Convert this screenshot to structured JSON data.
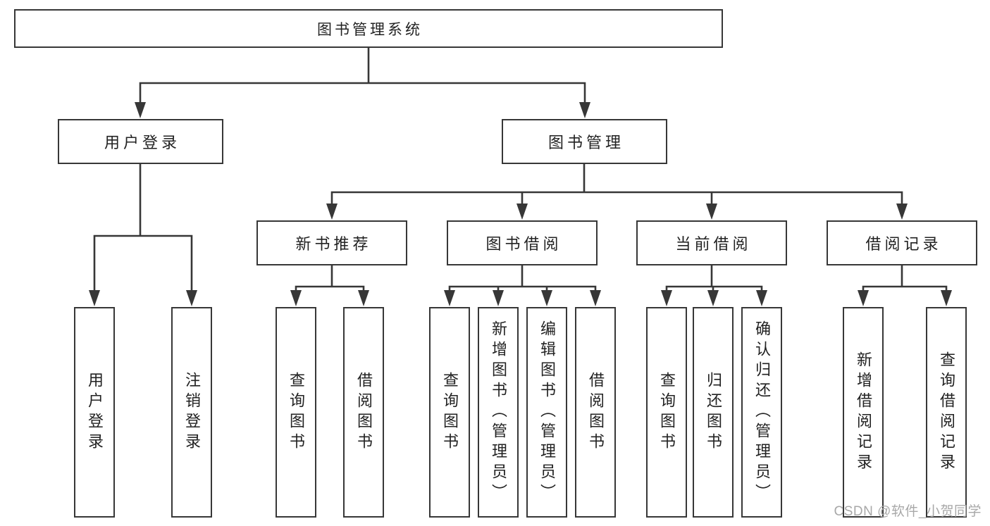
{
  "diagram": {
    "root": "图书管理系统",
    "level2": [
      {
        "label": "用户登录"
      },
      {
        "label": "图书管理"
      }
    ],
    "level3": [
      {
        "label": "新书推荐"
      },
      {
        "label": "图书借阅"
      },
      {
        "label": "当前借阅"
      },
      {
        "label": "借阅记录"
      }
    ],
    "leaves": {
      "user_login": [
        "用户登录",
        "注销登录"
      ],
      "new_books": [
        "查询图书",
        "借阅图书"
      ],
      "book_borrow": [
        "查询图书",
        "新增图书（管理员）",
        "编辑图书（管理员）",
        "借阅图书"
      ],
      "current_borrow": [
        "查询图书",
        "归还图书",
        "确认归还（管理员）"
      ],
      "borrow_records": [
        "新增借阅记录",
        "查询借阅记录"
      ]
    }
  },
  "watermark": "CSDN @软件_小贺同学",
  "colors": {
    "line": "#373737",
    "text": "#222222",
    "background": "#ffffff",
    "watermark": "#a8a8a8"
  }
}
